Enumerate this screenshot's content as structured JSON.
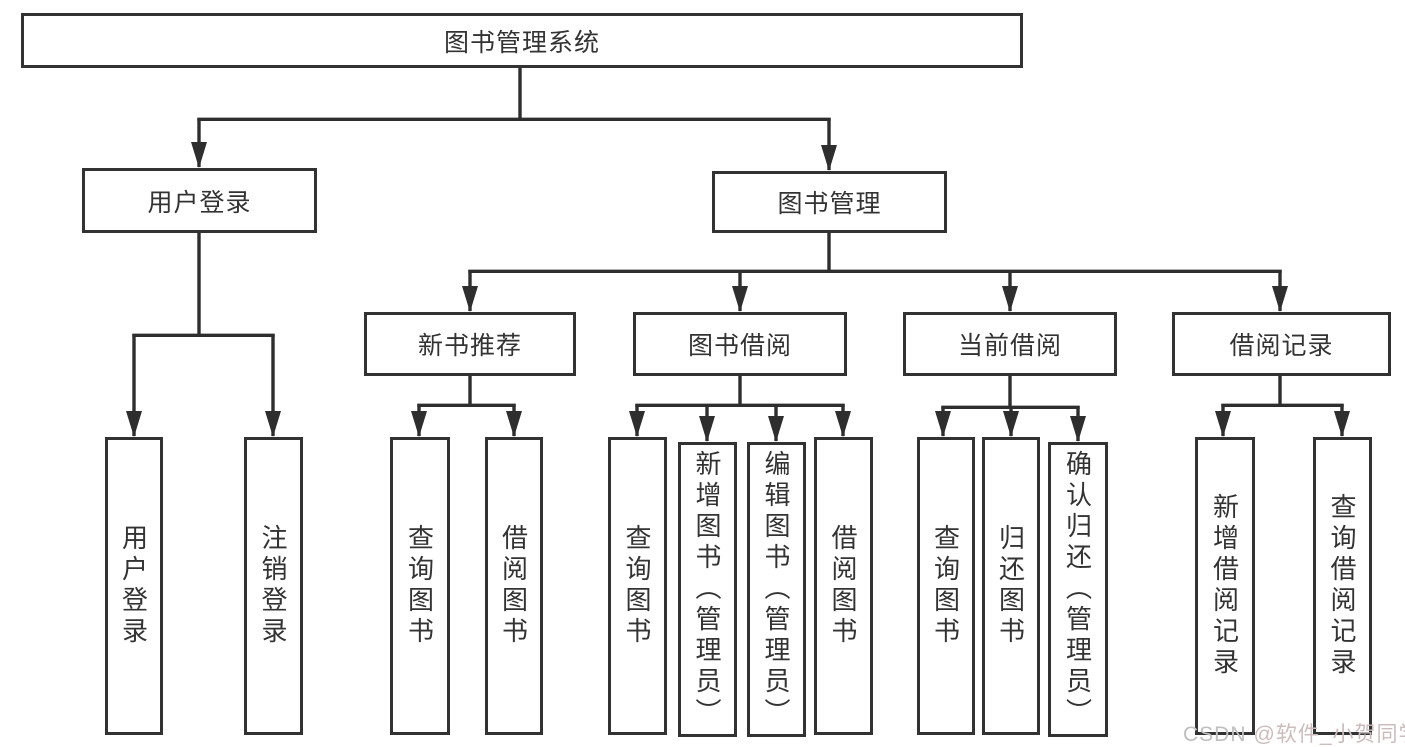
{
  "nodes": {
    "root": {
      "label": "图书管理系统"
    },
    "user_login": {
      "label": "用户登录"
    },
    "book_mgmt": {
      "label": "图书管理"
    },
    "new_book": {
      "label": "新书推荐"
    },
    "book_borrow": {
      "label": "图书借阅"
    },
    "current_borrow": {
      "label": "当前借阅"
    },
    "borrow_records": {
      "label": "借阅记录"
    },
    "leaf_user_login": {
      "label": "用户登录"
    },
    "leaf_logout": {
      "label": "注销登录"
    },
    "nb_query": {
      "label": "查询图书"
    },
    "nb_borrow": {
      "label": "借阅图书"
    },
    "bb_query": {
      "label": "查询图书"
    },
    "bb_add": {
      "label": "新增图书（管理员）"
    },
    "bb_edit": {
      "label": "编辑图书（管理员）"
    },
    "bb_borrow": {
      "label": "借阅图书"
    },
    "cb_query": {
      "label": "查询图书"
    },
    "cb_return": {
      "label": "归还图书"
    },
    "cb_confirm": {
      "label": "确认归还（管理员）"
    },
    "br_add": {
      "label": "新增借阅记录"
    },
    "br_query": {
      "label": "查询借阅记录"
    }
  },
  "colors": {
    "line": "#2e2e2e",
    "box_border": "#323232",
    "text": "#333333",
    "watermark": "#c2bdbd"
  },
  "watermark": {
    "brand": "CSDN",
    "user": "@软件_小贺同学"
  }
}
